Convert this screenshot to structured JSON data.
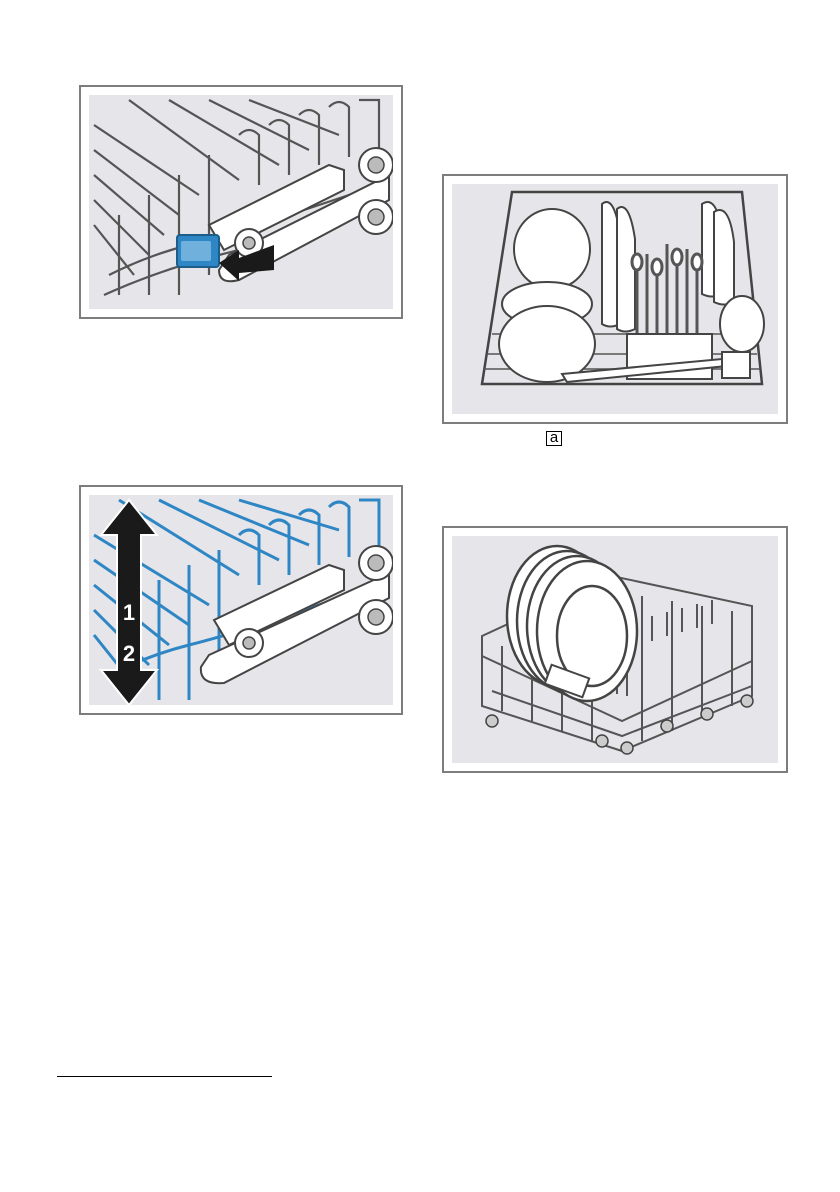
{
  "figures": {
    "rack_release": {
      "icon": "rack-release-lever-illustration",
      "colors": {
        "highlight": "#2f86c4",
        "panel": "#e6e6ea",
        "line": "#555555",
        "arrow": "#1a1a1a"
      }
    },
    "rack_height": {
      "icon": "rack-height-adjust-illustration",
      "step_up": "1",
      "step_down": "2",
      "colors": {
        "wire": "#2f86c4",
        "arrow": "#1a1a1a"
      }
    },
    "top_rack_loaded": {
      "icon": "loaded-rack-with-cutlery-illustration"
    },
    "lower_rack_plates": {
      "icon": "lower-rack-with-plates-illustration"
    }
  },
  "callout_label": "a"
}
